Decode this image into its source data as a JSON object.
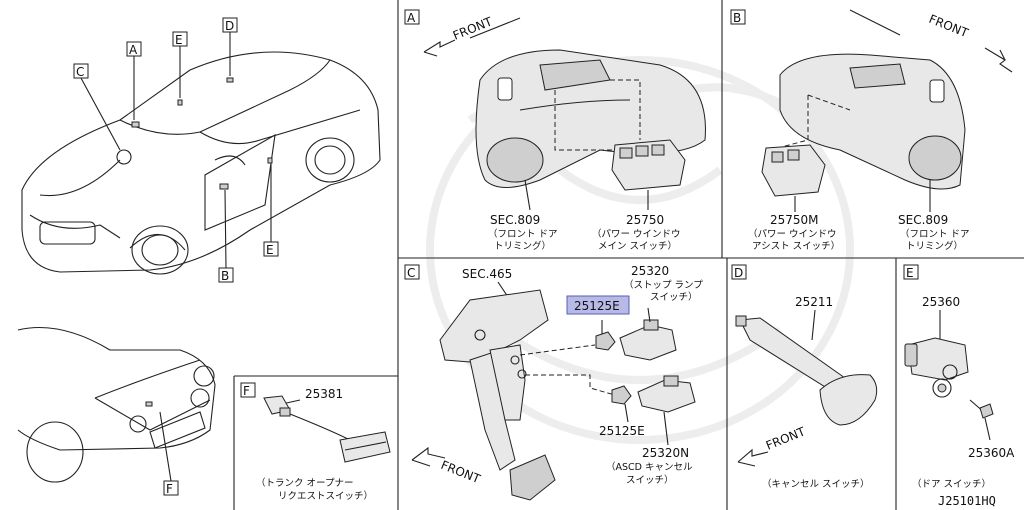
{
  "panels": {
    "A": {
      "letter": "A",
      "front": "FRONT",
      "parts": [
        {
          "code": "SEC.809",
          "line1": "（フロント ドア",
          "line2": "トリミング）"
        },
        {
          "code": "25750",
          "line1": "（パワー ウインドウ",
          "line2": "メイン スイッチ）"
        }
      ]
    },
    "B": {
      "letter": "B",
      "front": "FRONT",
      "parts": [
        {
          "code": "25750M",
          "line1": "（パワー ウインドウ",
          "line2": "アシスト スイッチ）"
        },
        {
          "code": "SEC.809",
          "line1": "（フロント ドア",
          "line2": "トリミング）"
        }
      ]
    },
    "C": {
      "letter": "C",
      "front": "FRONT",
      "sec": "SEC.465",
      "p25320": {
        "code": "25320",
        "line1": "（ストップ ランプ",
        "line2": "スイッチ）"
      },
      "p25125_hl": "25125E",
      "p25125": "25125E",
      "p25320n": {
        "code": "25320N",
        "line1": "（ASCD キャンセル",
        "line2": "スイッチ）"
      }
    },
    "D": {
      "letter": "D",
      "front": "FRONT",
      "code": "25211",
      "desc": "（キャンセル スイッチ）"
    },
    "E": {
      "letter": "E",
      "code1": "25360",
      "code2": "25360A",
      "desc": "（ドア スイッチ）"
    },
    "F": {
      "letter": "F",
      "code": "25381",
      "line1": "（トランク オープナー",
      "line2": "リクエストスイッチ）"
    }
  },
  "car_callouts": [
    "A",
    "B",
    "C",
    "D",
    "E",
    "E",
    "F"
  ],
  "diagram_id": "J25101HQ",
  "colors": {
    "highlight_fill": "#b7b9e6",
    "highlight_border": "#5a5fb5",
    "line": "#222222"
  }
}
